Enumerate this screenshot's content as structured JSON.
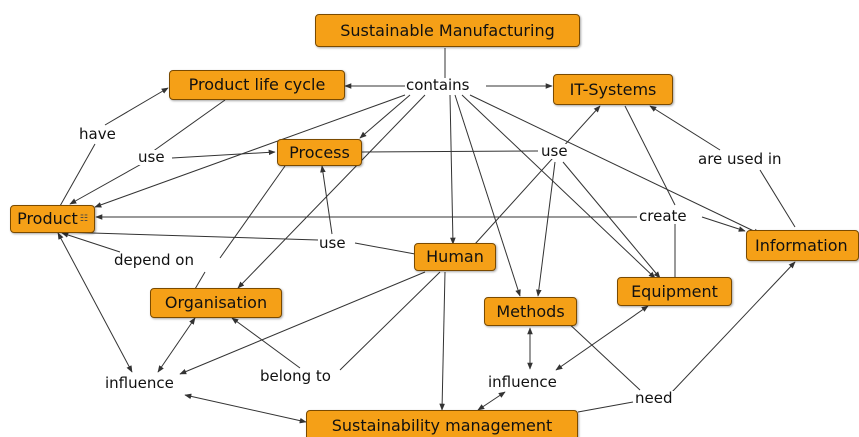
{
  "nodes": {
    "sustainable_manufacturing": "Sustainable Manufacturing",
    "product_life_cycle": "Product life cycle",
    "it_systems": "IT-Systems",
    "process": "Process",
    "product": "Product",
    "human": "Human",
    "information": "Information",
    "organisation": "Organisation",
    "equipment": "Equipment",
    "methods": "Methods",
    "sustainability_management": "Sustainability management"
  },
  "links": {
    "contains": "contains",
    "have": "have",
    "use_product_process": "use",
    "use_it": "use",
    "are_used_in": "are used in",
    "create": "create",
    "use_human": "use",
    "depend_on": "depend on",
    "influence_left": "influence",
    "belong_to": "belong to",
    "influence_right": "influence",
    "need": "need"
  },
  "icons": {
    "product_attachment": "attachment-icon"
  },
  "colors": {
    "node_fill": "#f5a017",
    "node_border": "#7a4a00",
    "edge": "#333333"
  }
}
